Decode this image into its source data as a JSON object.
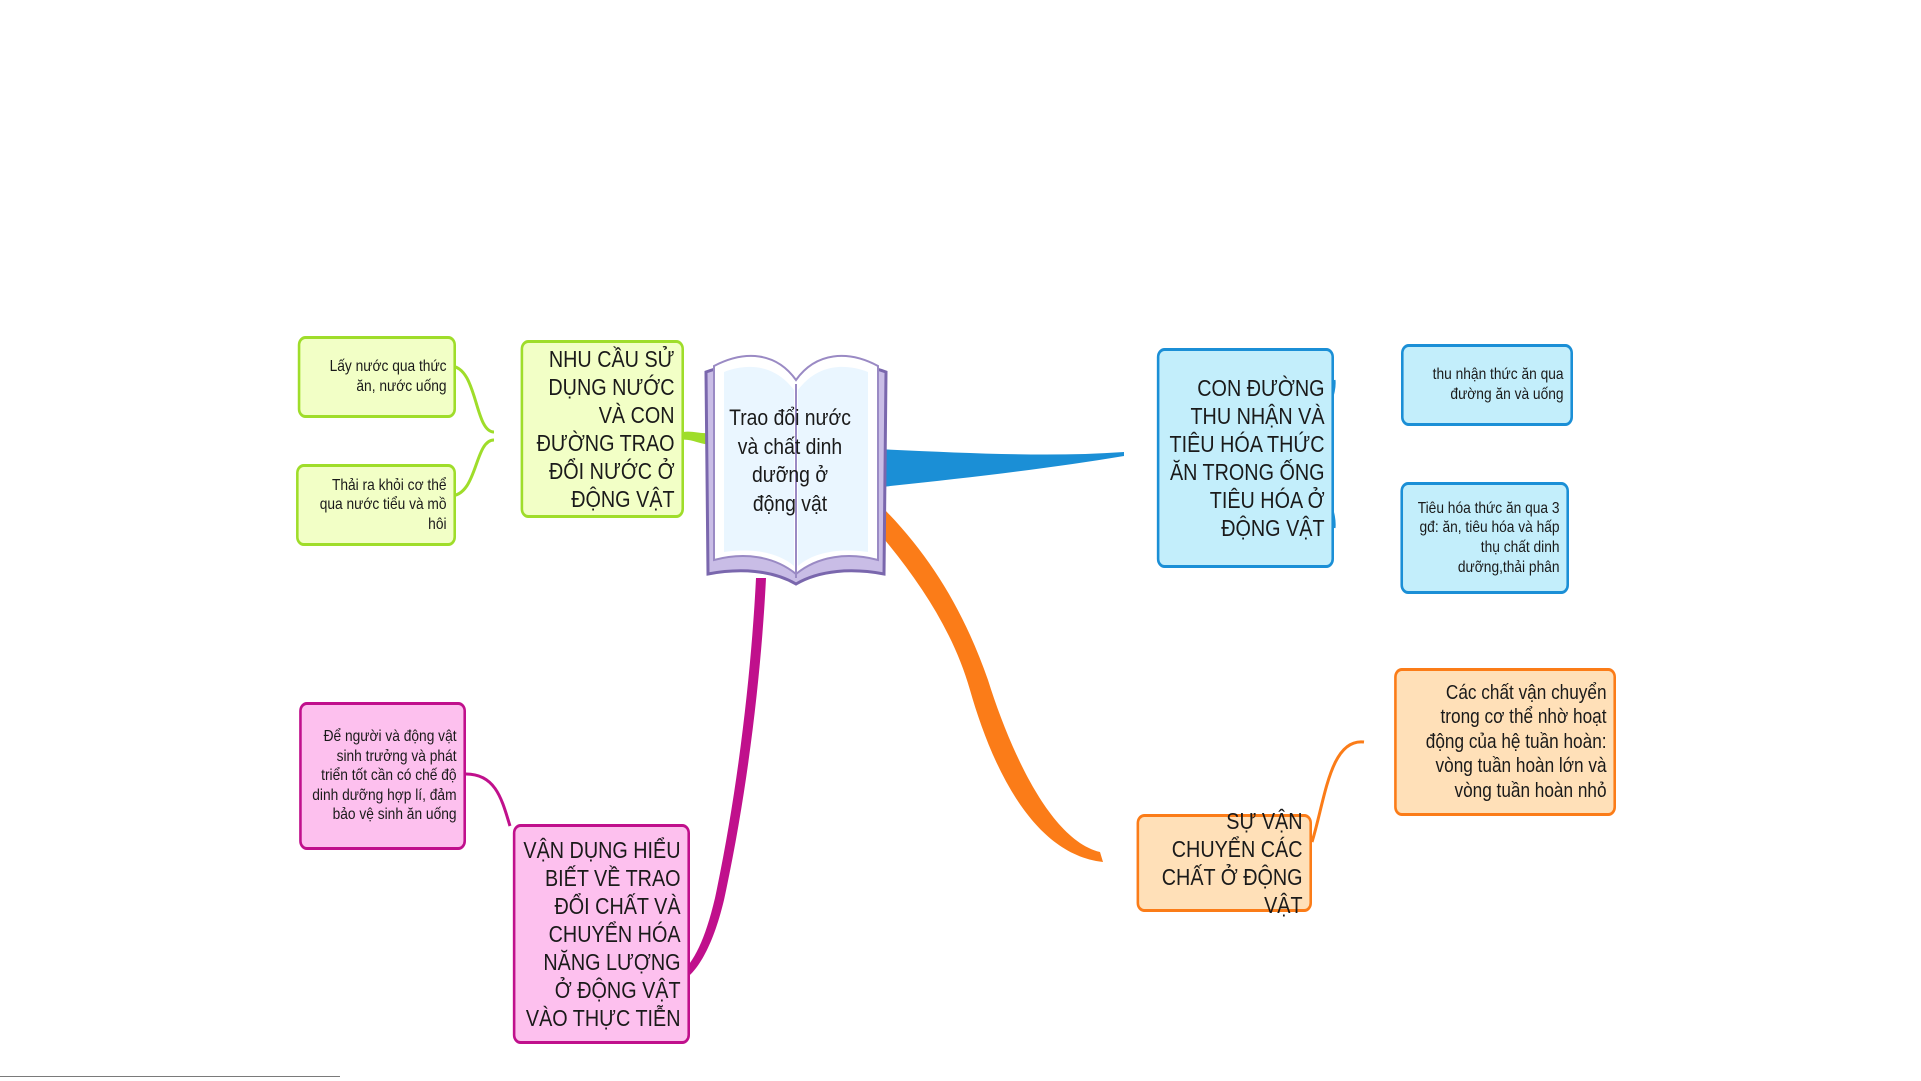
{
  "center": {
    "title": "Trao đổi nước và chất dinh dưỡng ở động vật",
    "icon": "open-book-icon"
  },
  "colors": {
    "green": "#9fdd2a",
    "blue": "#1b8fd6",
    "orange": "#fb7c18",
    "pink": "#c0108c",
    "book": "#8c7ab8"
  },
  "branches": {
    "water": {
      "title": "NHU CẦU SỬ DỤNG NƯỚC VÀ CON ĐƯỜNG TRAO ĐỔI NƯỚC Ở ĐỘNG VẬT",
      "children": [
        "Lấy nước qua thức ăn, nước uống",
        "Thải ra khỏi cơ thể qua nước tiểu và mồ hôi"
      ]
    },
    "digestion": {
      "title": "CON ĐƯỜNG THU NHẬN VÀ TIÊU HÓA THỨC ĂN TRONG ỐNG TIÊU HÓA Ở ĐỘNG VẬT",
      "children": [
        "thu nhận thức ăn qua đường ăn và uống",
        "Tiêu hóa thức ăn qua 3 gđ: ăn, tiêu hóa và hấp thụ chất dinh dưỡng,thải phân"
      ]
    },
    "transport": {
      "title": "SỰ VẬN CHUYỂN CÁC CHẤT Ở ĐỘNG VẬT",
      "children": [
        "Các chất vận chuyển trong cơ thể nhờ hoạt động của hệ tuần hoàn: vòng tuần hoàn lớn và vòng tuần hoàn nhỏ"
      ]
    },
    "application": {
      "title": "VẬN DỤNG HIỂU BIẾT VỀ TRAO ĐỔI CHẤT VÀ CHUYỂN HÓA NĂNG LƯỢNG Ở ĐỘNG VẬT VÀO THỰC TIỄN",
      "children": [
        "Để người và động vật sinh trưởng và phát triển tốt cần có chế độ dinh dưỡng hợp lí, đảm bảo vệ sinh ăn uống"
      ]
    }
  }
}
